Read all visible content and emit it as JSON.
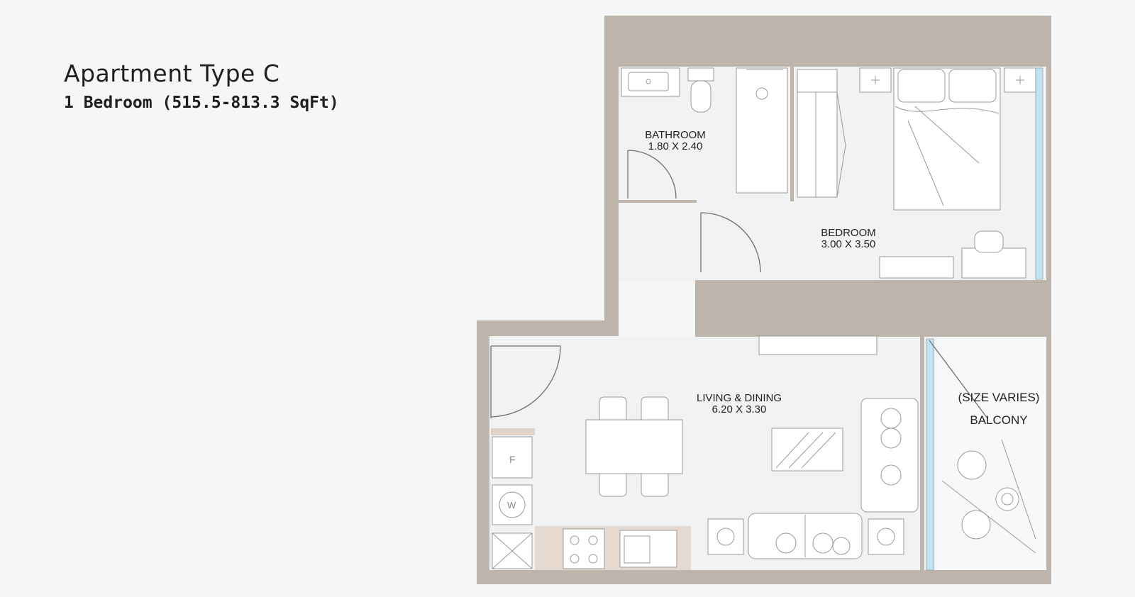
{
  "header": {
    "title": "Apartment Type C",
    "subtitle": "1 Bedroom (515.5-813.3 SqFt)"
  },
  "rooms": {
    "bathroom": {
      "name": "BATHROOM",
      "size": "1.80 X 2.40"
    },
    "bedroom": {
      "name": "BEDROOM",
      "size": "3.00 X 3.50"
    },
    "living": {
      "name": "LIVING & DINING",
      "size": "6.20 X 3.30"
    },
    "balcony": {
      "note": "(SIZE VARIES)",
      "name": "BALCONY"
    }
  },
  "appliances": {
    "fridge": "F",
    "washer": "W"
  },
  "colors": {
    "background": "#f6f6f6",
    "wall": "#bdb5ac",
    "floor": "#f1f2f4",
    "glass": "#bfe3f3",
    "furniture_stroke": "#9a9a9a"
  }
}
